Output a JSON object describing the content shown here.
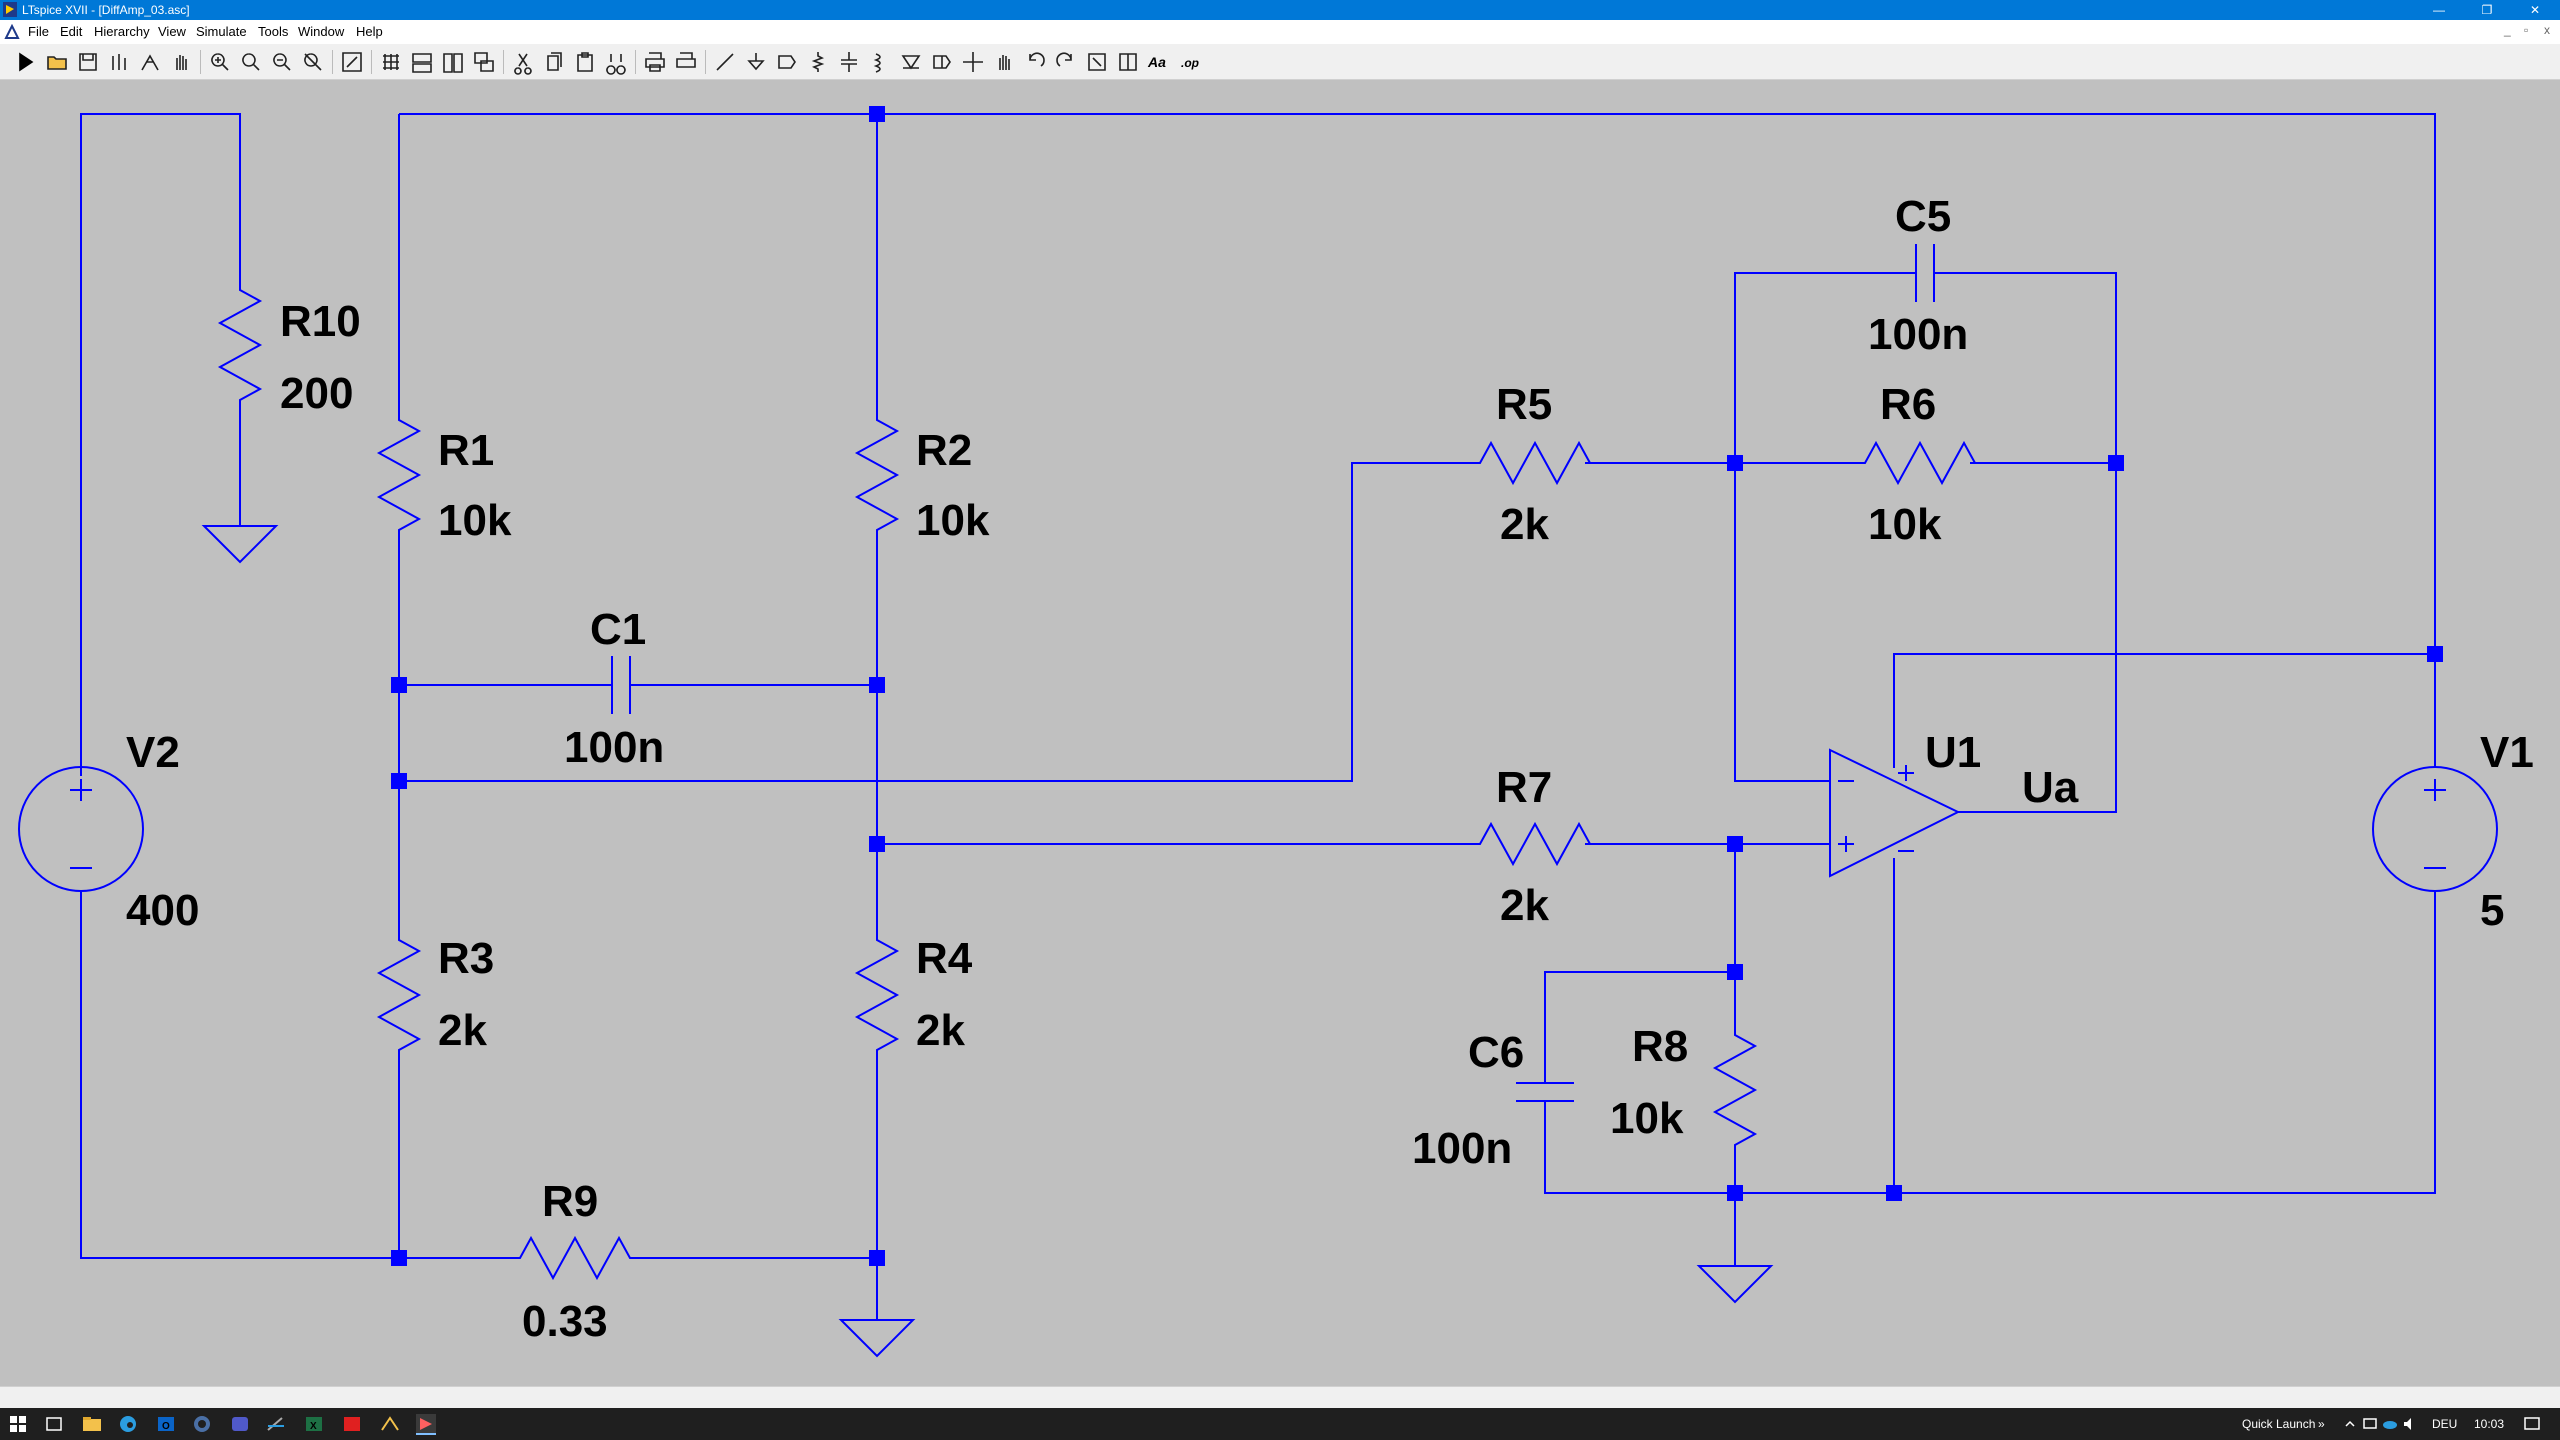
{
  "window": {
    "title": "LTspice XVII - [DiffAmp_03.asc]",
    "minimize": "—",
    "maximize": "❐",
    "close": "✕"
  },
  "menu": {
    "items": [
      "File",
      "Edit",
      "Hierarchy",
      "View",
      "Simulate",
      "Tools",
      "Window",
      "Help"
    ],
    "mdi_min": "_",
    "mdi_restore": "▫",
    "mdi_close": "x"
  },
  "toolbar": {
    "icons": [
      "run-icon",
      "open-icon",
      "save-icon",
      "control-panel-icon",
      "halt-icon",
      "pan-icon",
      "zoom-in-icon",
      "zoom-area-icon",
      "zoom-out-icon",
      "zoom-full-icon",
      "autorange-icon",
      "grid-icon",
      "tile-horizontal-icon",
      "tile-vertical-icon",
      "cascade-icon",
      "cut-icon",
      "copy-icon",
      "paste-icon",
      "find-icon",
      "print-icon",
      "print-preview-icon",
      "wire-icon",
      "ground-icon",
      "label-net-icon",
      "resistor-icon",
      "capacitor-icon",
      "inductor-icon",
      "diode-icon",
      "component-icon",
      "move-icon",
      "drag-icon",
      "undo-icon",
      "redo-icon",
      "rotate-icon",
      "mirror-icon",
      "text-icon",
      "spice-directive-icon"
    ],
    "text_label": "Aa",
    "op_label": ".op"
  },
  "schematic": {
    "color_wire": "#0000ff",
    "color_node": "#0000ff",
    "components": {
      "R10": {
        "name": "R10",
        "value": "200"
      },
      "R1": {
        "name": "R1",
        "value": "10k"
      },
      "R2": {
        "name": "R2",
        "value": "10k"
      },
      "C1": {
        "name": "C1",
        "value": "100n"
      },
      "R3": {
        "name": "R3",
        "value": "2k"
      },
      "R4": {
        "name": "R4",
        "value": "2k"
      },
      "R9": {
        "name": "R9",
        "value": "0.33"
      },
      "V2": {
        "name": "V2",
        "value": "400"
      },
      "C5": {
        "name": "C5",
        "value": "100n"
      },
      "R5": {
        "name": "R5",
        "value": "2k"
      },
      "R6": {
        "name": "R6",
        "value": "10k"
      },
      "R7": {
        "name": "R7",
        "value": "2k"
      },
      "U1": {
        "name": "U1"
      },
      "Ua": {
        "name": "Ua"
      },
      "C6": {
        "name": "C6",
        "value": "100n"
      },
      "R8": {
        "name": "R8",
        "value": "10k"
      },
      "V1": {
        "name": "V1",
        "value": "5"
      }
    }
  },
  "taskbar": {
    "quick_launch": "Quick Launch",
    "chevron": "»",
    "language": "DEU",
    "time": "10:03"
  }
}
